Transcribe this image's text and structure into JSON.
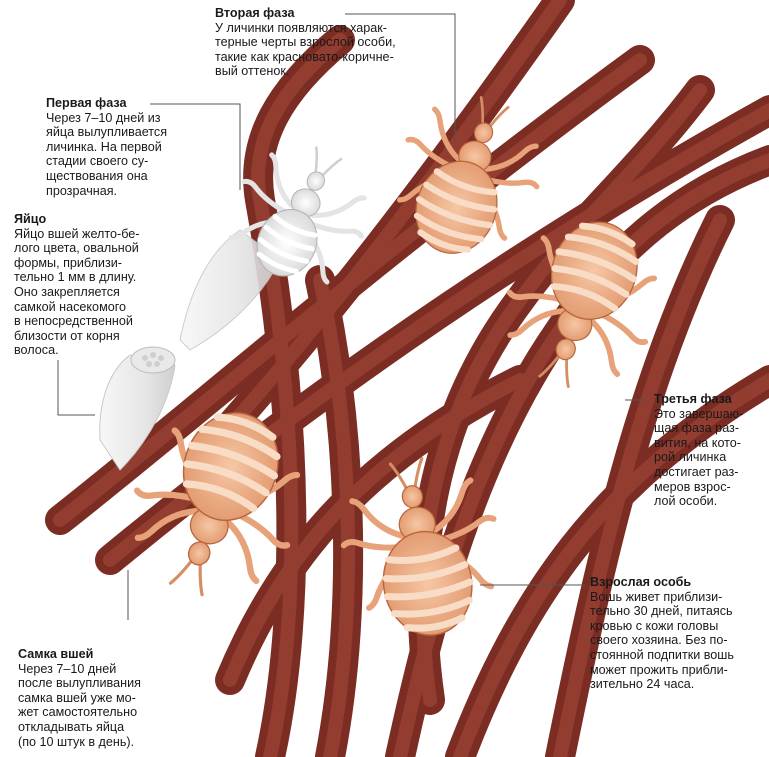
{
  "colors": {
    "hair": "#9a3f33",
    "hair_light": "#c26a5c",
    "louse_body": "#e8a77f",
    "louse_stripe": "#f7d3b8",
    "louse_outline": "#b8653e",
    "egg": "#eeeeee",
    "nymph": "#f2f2f2",
    "leader": "#555555"
  },
  "labels": {
    "second": {
      "title": "Вторая фаза",
      "lines": [
        "У личинки появляются харак-",
        "терные черты взрослой особи,",
        "такие как красновато-коричне-",
        "вый оттенок."
      ]
    },
    "first": {
      "title": "Первая фаза",
      "lines": [
        "Через 7–10 дней из",
        "яйца вылупливается",
        "личинка. На первой",
        "стадии своего су-",
        "ществования она",
        "прозрачная."
      ]
    },
    "egg": {
      "title": "Яйцо",
      "lines": [
        "Яйцо вшей желто-бе-",
        "лого цвета, овальной",
        "формы, приблизи-",
        "тельно 1 мм в длину.",
        "Оно закрепляется",
        "самкой насекомого",
        "в непосредственной",
        "близости от корня",
        "волоса."
      ]
    },
    "third": {
      "title": "Третья фаза",
      "lines": [
        "Это завершаю-",
        "щая фаза раз-",
        "вития, на кото-",
        "рой личинка",
        "достигает раз-",
        "меров взрос-",
        "лой особи."
      ]
    },
    "adult": {
      "title": "Взрослая особь",
      "lines": [
        "Вошь живет приблизи-",
        "тельно 30 дней, питаясь",
        "кровью с кожи головы",
        "своего хозяина. Без по-",
        "стоянной подпитки вошь",
        "может прожить прибли-",
        "зительно 24 часа."
      ]
    },
    "female": {
      "title": "Самка вшей",
      "lines": [
        "Через 7–10 дней",
        "после вылупливания",
        "самка вшей уже мо-",
        "жет самостоятельно",
        "откладывать яйца",
        "(по 10 штук в день)."
      ]
    }
  }
}
